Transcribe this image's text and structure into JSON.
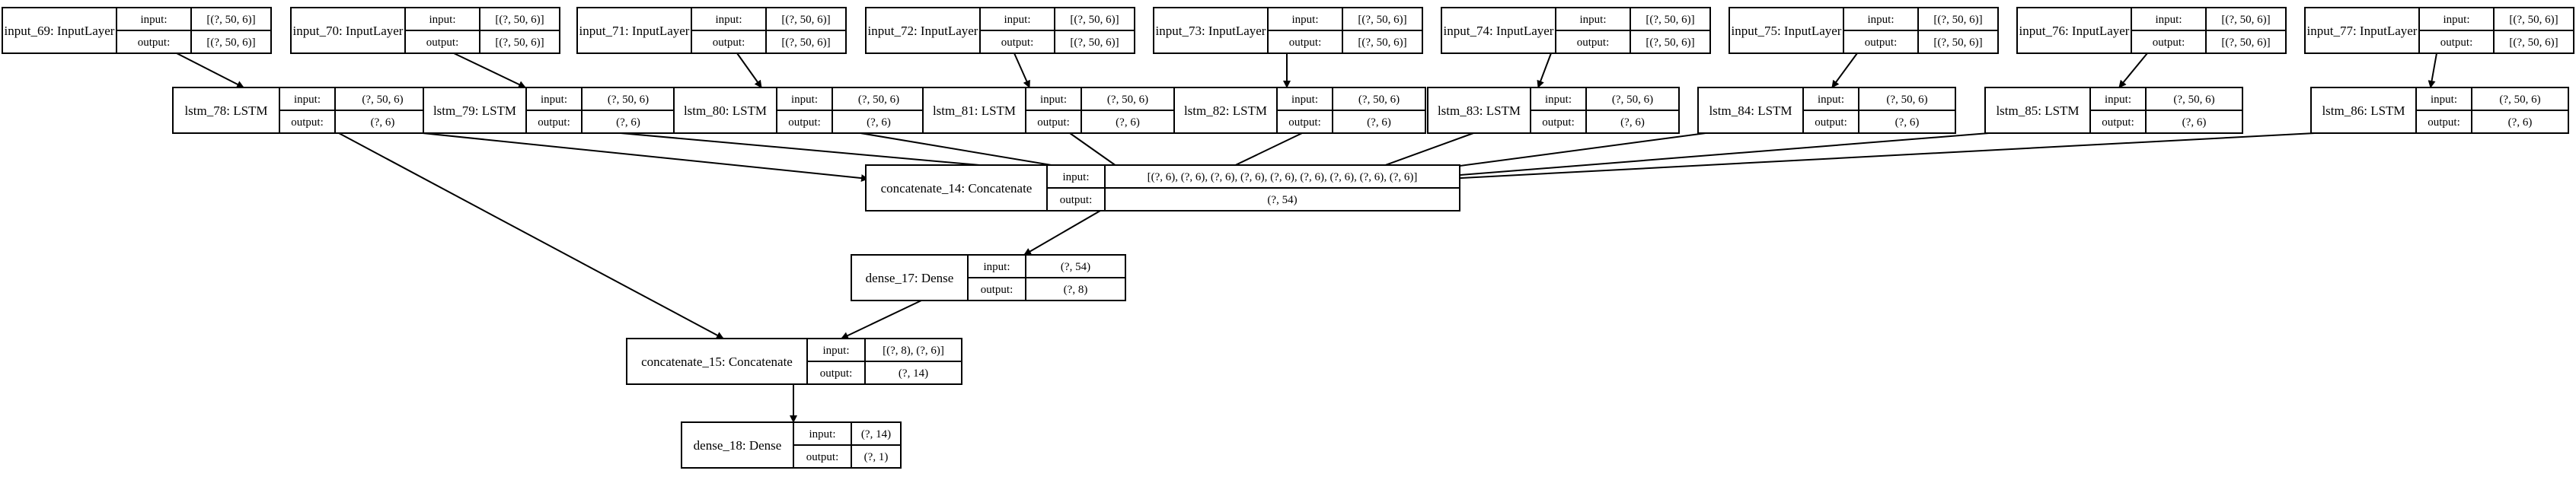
{
  "diagram": {
    "port_labels": {
      "input": "input:",
      "output": "output:"
    },
    "nodes": [
      {
        "id": "input_69",
        "name": "input_69: InputLayer",
        "input": "[(?, 50, 6)]",
        "output": "[(?, 50, 6)]"
      },
      {
        "id": "input_70",
        "name": "input_70: InputLayer",
        "input": "[(?, 50, 6)]",
        "output": "[(?, 50, 6)]"
      },
      {
        "id": "input_71",
        "name": "input_71: InputLayer",
        "input": "[(?, 50, 6)]",
        "output": "[(?, 50, 6)]"
      },
      {
        "id": "input_72",
        "name": "input_72: InputLayer",
        "input": "[(?, 50, 6)]",
        "output": "[(?, 50, 6)]"
      },
      {
        "id": "input_73",
        "name": "input_73: InputLayer",
        "input": "[(?, 50, 6)]",
        "output": "[(?, 50, 6)]"
      },
      {
        "id": "input_74",
        "name": "input_74: InputLayer",
        "input": "[(?, 50, 6)]",
        "output": "[(?, 50, 6)]"
      },
      {
        "id": "input_75",
        "name": "input_75: InputLayer",
        "input": "[(?, 50, 6)]",
        "output": "[(?, 50, 6)]"
      },
      {
        "id": "input_76",
        "name": "input_76: InputLayer",
        "input": "[(?, 50, 6)]",
        "output": "[(?, 50, 6)]"
      },
      {
        "id": "input_77",
        "name": "input_77: InputLayer",
        "input": "[(?, 50, 6)]",
        "output": "[(?, 50, 6)]"
      },
      {
        "id": "lstm_78",
        "name": "lstm_78: LSTM",
        "input": "(?, 50, 6)",
        "output": "(?, 6)"
      },
      {
        "id": "lstm_79",
        "name": "lstm_79: LSTM",
        "input": "(?, 50, 6)",
        "output": "(?, 6)"
      },
      {
        "id": "lstm_80",
        "name": "lstm_80: LSTM",
        "input": "(?, 50, 6)",
        "output": "(?, 6)"
      },
      {
        "id": "lstm_81",
        "name": "lstm_81: LSTM",
        "input": "(?, 50, 6)",
        "output": "(?, 6)"
      },
      {
        "id": "lstm_82",
        "name": "lstm_82: LSTM",
        "input": "(?, 50, 6)",
        "output": "(?, 6)"
      },
      {
        "id": "lstm_83",
        "name": "lstm_83: LSTM",
        "input": "(?, 50, 6)",
        "output": "(?, 6)"
      },
      {
        "id": "lstm_84",
        "name": "lstm_84: LSTM",
        "input": "(?, 50, 6)",
        "output": "(?, 6)"
      },
      {
        "id": "lstm_85",
        "name": "lstm_85: LSTM",
        "input": "(?, 50, 6)",
        "output": "(?, 6)"
      },
      {
        "id": "lstm_86",
        "name": "lstm_86: LSTM",
        "input": "(?, 50, 6)",
        "output": "(?, 6)"
      },
      {
        "id": "concatenate_14",
        "name": "concatenate_14: Concatenate",
        "input": "[(?, 6), (?, 6), (?, 6), (?, 6), (?, 6), (?, 6), (?, 6), (?, 6), (?, 6)]",
        "output": "(?, 54)"
      },
      {
        "id": "dense_17",
        "name": "dense_17: Dense",
        "input": "(?, 54)",
        "output": "(?, 8)"
      },
      {
        "id": "concatenate_15",
        "name": "concatenate_15: Concatenate",
        "input": "[(?, 8), (?, 6)]",
        "output": "(?, 14)"
      },
      {
        "id": "dense_18",
        "name": "dense_18: Dense",
        "input": "(?, 14)",
        "output": "(?, 1)"
      }
    ],
    "edges": [
      {
        "from": "input_69",
        "to": "lstm_78"
      },
      {
        "from": "input_70",
        "to": "lstm_79"
      },
      {
        "from": "input_71",
        "to": "lstm_80"
      },
      {
        "from": "input_72",
        "to": "lstm_81"
      },
      {
        "from": "input_73",
        "to": "lstm_82"
      },
      {
        "from": "input_74",
        "to": "lstm_83"
      },
      {
        "from": "input_75",
        "to": "lstm_84"
      },
      {
        "from": "input_76",
        "to": "lstm_85"
      },
      {
        "from": "input_77",
        "to": "lstm_86"
      },
      {
        "from": "lstm_78",
        "to": "concatenate_14"
      },
      {
        "from": "lstm_79",
        "to": "concatenate_14"
      },
      {
        "from": "lstm_80",
        "to": "concatenate_14"
      },
      {
        "from": "lstm_81",
        "to": "concatenate_14"
      },
      {
        "from": "lstm_82",
        "to": "concatenate_14"
      },
      {
        "from": "lstm_83",
        "to": "concatenate_14"
      },
      {
        "from": "lstm_84",
        "to": "concatenate_14"
      },
      {
        "from": "lstm_85",
        "to": "concatenate_14"
      },
      {
        "from": "lstm_86",
        "to": "concatenate_14"
      },
      {
        "from": "concatenate_14",
        "to": "dense_17"
      },
      {
        "from": "dense_17",
        "to": "concatenate_15"
      },
      {
        "from": "lstm_78",
        "to": "concatenate_15"
      },
      {
        "from": "concatenate_15",
        "to": "dense_18"
      }
    ]
  }
}
